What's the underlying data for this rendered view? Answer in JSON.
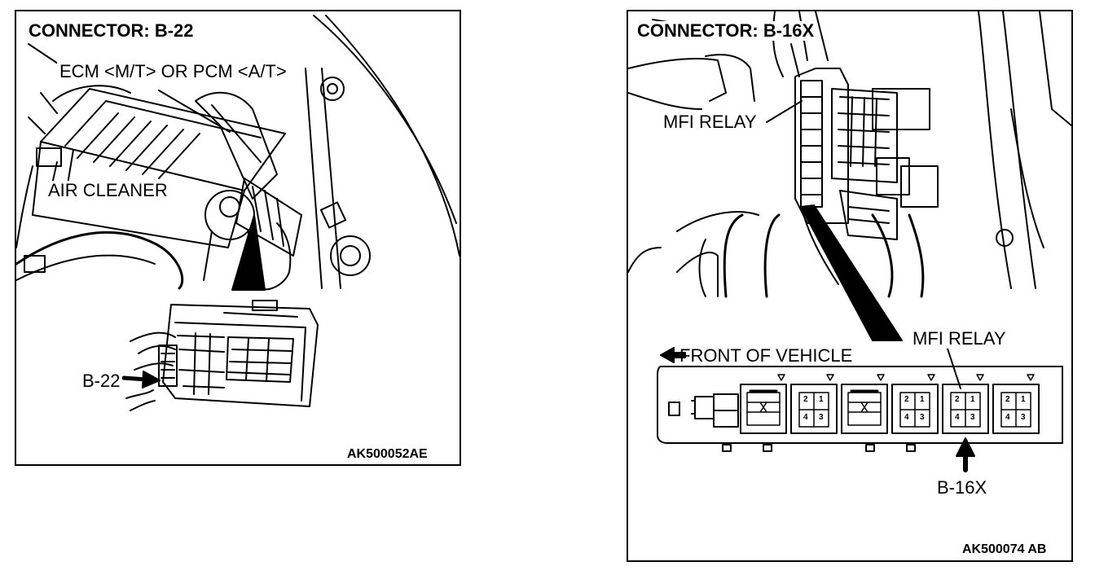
{
  "left_panel": {
    "title": "CONNECTOR: B-22",
    "labels": {
      "ecm": "ECM <M/T> OR PCM <A/T>",
      "air_cleaner": "AIR CLEANER",
      "connector": "B-22"
    },
    "figure_code": "AK500052AE"
  },
  "right_panel": {
    "title": "CONNECTOR: B-16X",
    "labels": {
      "relay_top": "MFI RELAY",
      "relay_diagram": "MFI RELAY",
      "front": "FRONT OF VEHICLE",
      "connector": "B-16X"
    },
    "relay_pins": [
      "2",
      "1",
      "4",
      "3"
    ],
    "figure_code": "AK500074 AB"
  }
}
